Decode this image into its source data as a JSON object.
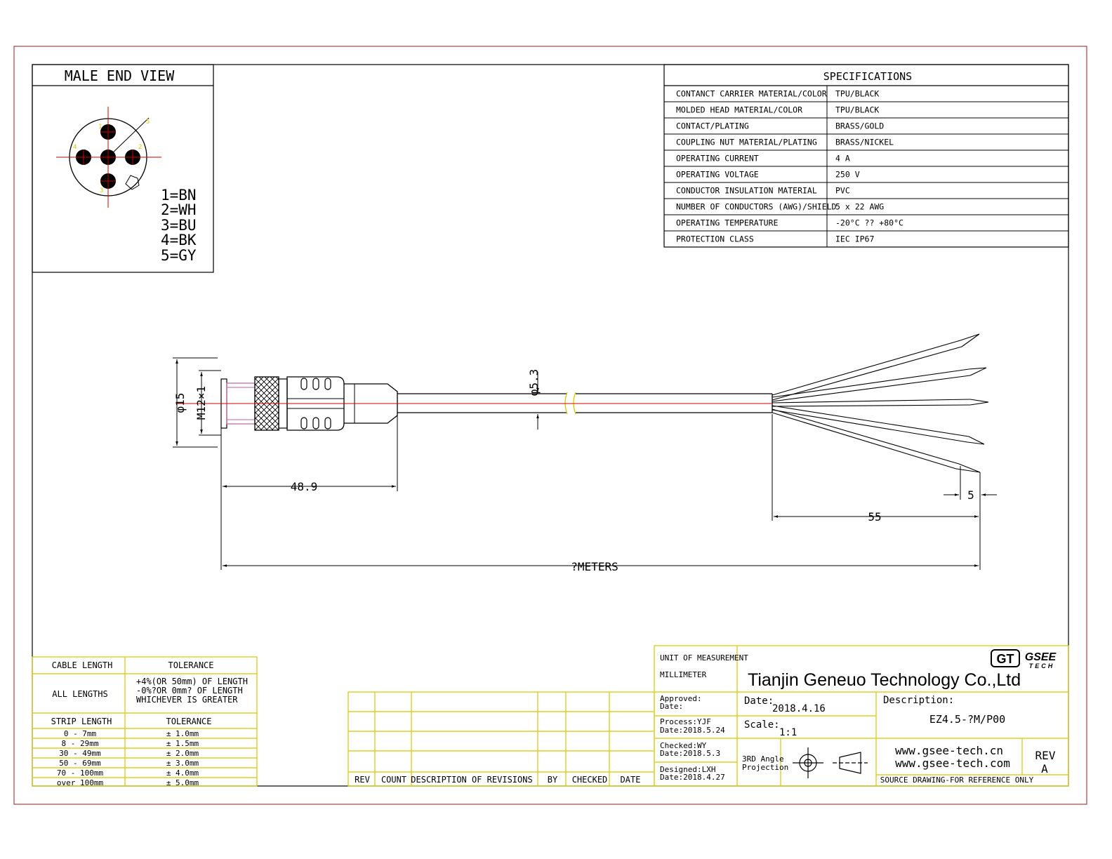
{
  "colors": {
    "border": "#b04040",
    "yellow": "#d9c800",
    "red": "#d00000",
    "pink": "#c060a0",
    "ink": "#000000"
  },
  "end_view": {
    "title": "MALE END VIEW",
    "pin_marks": [
      "1",
      "2",
      "3",
      "4",
      "5"
    ],
    "legend": [
      "1=BN",
      "2=WH",
      "3=BU",
      "4=BK",
      "5=GY"
    ]
  },
  "specifications": {
    "title": "SPECIFICATIONS",
    "rows": [
      {
        "label": "CONTANCT CARRIER MATERIAL/COLOR",
        "value": "TPU/BLACK"
      },
      {
        "label": "MOLDED HEAD MATERIAL/COLOR",
        "value": "TPU/BLACK"
      },
      {
        "label": "CONTACT/PLATING",
        "value": "BRASS/GOLD"
      },
      {
        "label": "COUPLING NUT MATERIAL/PLATING",
        "value": "BRASS/NICKEL"
      },
      {
        "label": "OPERATING CURRENT",
        "value": "4 A"
      },
      {
        "label": "OPERATING VOLTAGE",
        "value": "250 V"
      },
      {
        "label": "CONDUCTOR INSULATION MATERIAL",
        "value": "PVC"
      },
      {
        "label": "NUMBER OF CONDUCTORS (AWG)/SHIELD",
        "value": "5 x 22 AWG"
      },
      {
        "label": "OPERATING TEMPERATURE",
        "value": "-20°C ?? +80°C"
      },
      {
        "label": "PROTECTION CLASS",
        "value": "IEC  IP67"
      }
    ]
  },
  "dimensions": {
    "d15": "φ15",
    "m12": "M12×1",
    "d53": "φ5.3",
    "head_length": "48.9",
    "strip": "5",
    "fan_length": "55",
    "total": "?METERS"
  },
  "tolerance_table": {
    "cable_length_header": "CABLE LENGTH",
    "tolerance_header": "TOLERANCE",
    "all_lengths": "ALL LENGTHS",
    "all_lengths_tol": [
      "+4%(OR 50mm) OF LENGTH",
      "-0%?OR 0mm? OF LENGTH",
      "WHICHEVER  IS  GREATER"
    ],
    "strip_length_header": "STRIP LENGTH",
    "strip_tolerance_header": "TOLERANCE",
    "strip_rows": [
      {
        "range": "0 - 7mm",
        "tol": "± 1.0mm"
      },
      {
        "range": "8 - 29mm",
        "tol": "± 1.5mm"
      },
      {
        "range": "30 - 49mm",
        "tol": "± 2.0mm"
      },
      {
        "range": "50 - 69mm",
        "tol": "± 3.0mm"
      },
      {
        "range": "70 - 100mm",
        "tol": "± 4.0mm"
      },
      {
        "range": "over 100mm",
        "tol": "± 5.0mm"
      }
    ]
  },
  "revisions": {
    "headers": [
      "REV",
      "COUNT",
      "DESCRIPTION  OF  REVISIONS",
      "BY",
      "CHECKED",
      "DATE"
    ]
  },
  "title_block": {
    "unit_label": "UNIT OF MEASUREMENT",
    "unit_value": "MILLIMETER",
    "company": "Tianjin Geneuo Technology Co.,Ltd",
    "logo_mark": "GT",
    "logo_word": "GSEE",
    "logo_sub": "TECH",
    "approved_label": "Approved:",
    "approved_date": "Date:",
    "process_label": "Process:YJF",
    "process_date": "Date:2018.5.24",
    "checked_label": "Checked:WY",
    "checked_date": "Date:2018.5.3",
    "designed_label": "Designed:LXH",
    "designed_date": "Date:2018.4.27",
    "date_label": "Date:",
    "date_value": "2018.4.16",
    "scale_label": "Scale:",
    "scale_value": "1:1",
    "projection": [
      "3RD Angle",
      "Projection"
    ],
    "description_label": "Description:",
    "description_value": "EZ4.5-?M/P00",
    "website1": "www.gsee-tech.cn",
    "website2": "www.gsee-tech.com",
    "rev_label": "REV",
    "rev_value": "A",
    "source_note": "SOURCE DRAWING-FOR REFERENCE ONLY"
  }
}
